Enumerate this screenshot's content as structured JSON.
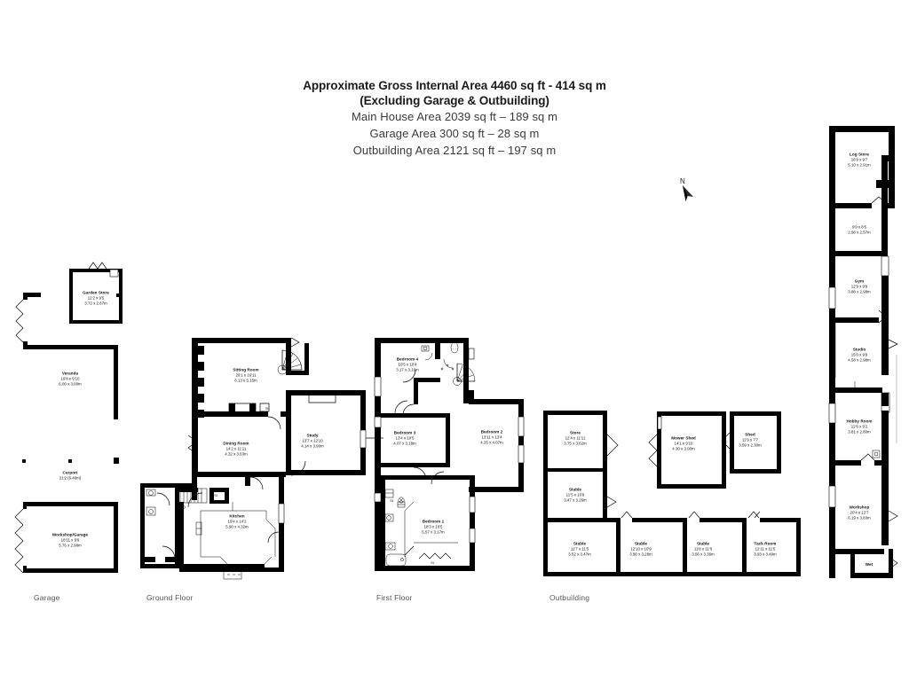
{
  "title": {
    "line1": "Approximate Gross Internal Area 4460 sq ft - 414 sq m",
    "line2": "(Excluding Garage & Outbuilding)",
    "line3": "Main House Area 2039 sq ft – 189 sq m",
    "line4": "Garage Area 300 sq ft – 28 sq m",
    "line5": "Outbuilding Area 2121 sq ft – 197 sq m"
  },
  "compass": {
    "label": "N",
    "icon": "north-arrow-icon"
  },
  "floor_labels": {
    "garage": "Garage",
    "ground": "Ground Floor",
    "first": "First Floor",
    "outbuilding": "Outbuilding"
  },
  "colors": {
    "wall": "#000000",
    "background": "#ffffff",
    "title_text": "#1a1a1a",
    "subtitle_text": "#3a3a3a",
    "caption_text": "#555555",
    "divider": "#9a9a9a"
  },
  "garage_block": {
    "rooms": [
      {
        "name": "Garden Store",
        "imperial": "12'2 x 9'5",
        "metric": "3.72 x 2.87m"
      },
      {
        "name": "Veranda",
        "imperial": "19'8 x 9'10",
        "metric": "6.00 x 3.00m"
      },
      {
        "name": "Carport",
        "imperial": "21'2 (6.46m)",
        "metric": ""
      },
      {
        "name": "Workshop/Garage",
        "imperial": "18'11 x 9'9",
        "metric": "5.76 x 2.98m"
      }
    ]
  },
  "ground_floor": {
    "rooms": [
      {
        "name": "Sitting Room",
        "imperial": "20'1 x 16'11",
        "metric": "6.13 x 5.15m"
      },
      {
        "name": "Dining Room",
        "imperial": "14'2 x 11'11",
        "metric": "4.32 x 3.63m"
      },
      {
        "name": "Study",
        "imperial": "13'7 x 12'10",
        "metric": "4.14 x 3.90m"
      },
      {
        "name": "Kitchen",
        "imperial": "19'4 x 14'2",
        "metric": "5.90 x 4.32m"
      }
    ],
    "tags": [
      "St",
      "St"
    ]
  },
  "first_floor": {
    "rooms": [
      {
        "name": "Bedroom 4",
        "imperial": "10'5 x 10'4",
        "metric": "3.17 x 3.16m"
      },
      {
        "name": "Bedroom 3",
        "imperial": "13'4 x 10'5",
        "metric": "4.07 x 3.18m"
      },
      {
        "name": "Bedroom 2",
        "imperial": "13'11 x 13'4",
        "metric": "4.25 x 4.07m"
      },
      {
        "name": "Bedroom 1",
        "imperial": "18'3 x 10'5",
        "metric": "5.57 x 3.17m"
      }
    ],
    "tags": [
      "St",
      "St"
    ]
  },
  "outbuilding": {
    "rooms": [
      {
        "name": "Store",
        "imperial": "12'4 x 11'11",
        "metric": "3.75 x 3.62m"
      },
      {
        "name": "Stable",
        "imperial": "11'5 x 10'8",
        "metric": "3.47 x 3.26m"
      },
      {
        "name": "Mower Shed",
        "imperial": "14'1 x 9'10",
        "metric": "4.30 x 3.00m"
      },
      {
        "name": "Shed",
        "imperial": "11'9 x 7'7",
        "metric": "3.59 x 2.30m"
      },
      {
        "name": "Stable",
        "imperial": "11'7 x 11'5",
        "metric": "3.52 x 3.47m"
      },
      {
        "name": "Stable",
        "imperial": "12'10 x 10'9",
        "metric": "3.90 x 3.28m"
      },
      {
        "name": "Stable",
        "imperial": "11'8 x 11'0",
        "metric": "3.56 x 3.36m"
      },
      {
        "name": "Tack Room",
        "imperial": "12'11 x 11'5",
        "metric": "3.93 x 3.49m"
      }
    ]
  },
  "annexe": {
    "rooms": [
      {
        "name": "Log Store",
        "imperial": "16'9 x 9'7",
        "metric": "5.10 x 2.91m"
      },
      {
        "name": "",
        "imperial": "9'9 x 8'5",
        "metric": "2.98 x 2.57m"
      },
      {
        "name": "Gym",
        "imperial": "12'9 x 9'9",
        "metric": "3.88 x 2.98m"
      },
      {
        "name": "Studio",
        "imperial": "15'0 x 9'9",
        "metric": "4.58 x 2.98m"
      },
      {
        "name": "Hobby Room",
        "imperial": "12'6 x 9'2",
        "metric": "3.81 x 2.80m"
      },
      {
        "name": "Workshop",
        "imperial": "20'4 x 12'7",
        "metric": "6.19 x 3.83m"
      },
      {
        "name": "Wet",
        "imperial": "",
        "metric": ""
      }
    ]
  }
}
